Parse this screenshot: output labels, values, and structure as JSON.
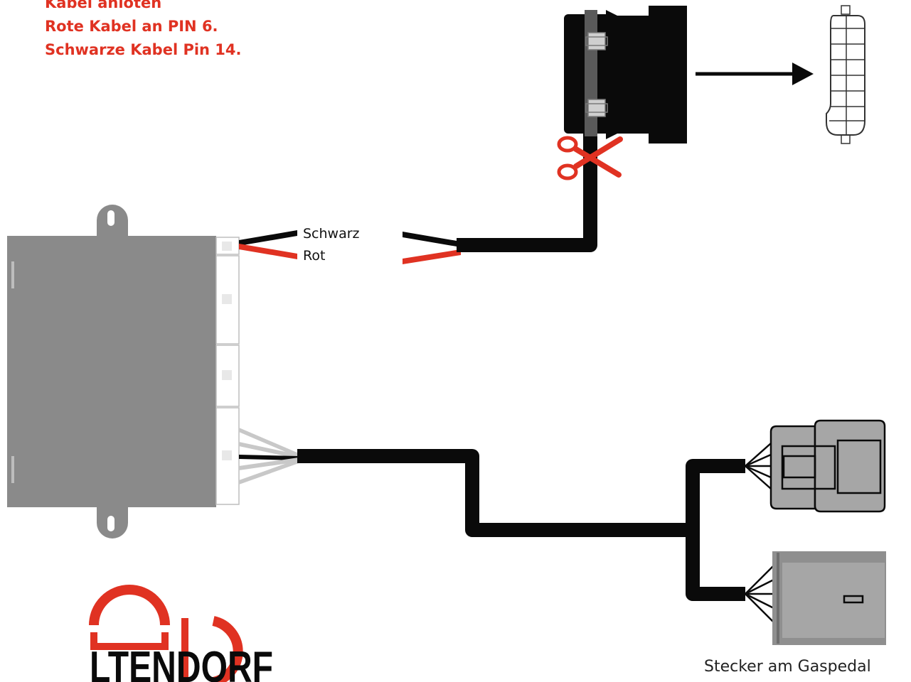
{
  "instructions": {
    "lines": [
      "Kabel anlöten",
      "Rote Kabel an PIN 6.",
      "Schwarze Kabel Pin 14."
    ]
  },
  "wires": {
    "black_label": "Schwarz",
    "red_label": "Rot"
  },
  "caption": "Stecker am Gaspedal",
  "logo": {
    "text": "LTENDORF"
  },
  "colors": {
    "accent_red": "#e03222",
    "wire_black": "#0a0a0a",
    "box_gray": "#8a8a8a",
    "connector_gray": "#a6a6a6"
  },
  "icons": {
    "cut": "scissors-icon",
    "direction": "arrow-right-icon"
  }
}
